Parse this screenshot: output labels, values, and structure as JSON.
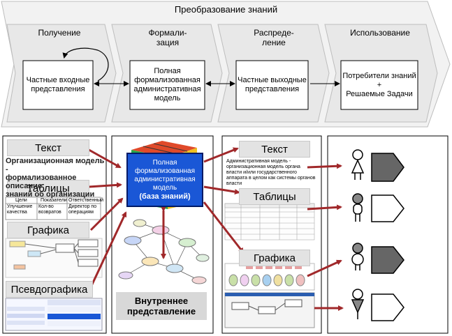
{
  "process": {
    "title": "Преобразование знаний",
    "stages": [
      {
        "name": "Получение"
      },
      {
        "name": "Формали-\nзация"
      },
      {
        "name": "Распреде-\nление"
      },
      {
        "name": "Использование"
      }
    ],
    "boxes": [
      "Частные входные представления",
      "Полная формализованная административная модель",
      "Частные выходные представления",
      "Потребители знаний\n+\nРешаемые Задачи"
    ]
  },
  "inputs": {
    "labels": [
      "Текст",
      "Таблицы",
      "Графика",
      "Псевдографика"
    ],
    "text_snippet": "Организационная модель -\nформализованное описание\nзнаний об организации",
    "table": {
      "headers": [
        "Цели",
        "Показатели",
        "Ответственный"
      ],
      "row": [
        "Улучшение качества",
        "Кол-во возвратов",
        "Директор по операциям"
      ]
    }
  },
  "center": {
    "kb_line1": "Полная\nформализованная\nадминистративная\nмодель",
    "kb_line2": "(база знаний)",
    "internal": "Внутреннее представление"
  },
  "outputs": {
    "labels": [
      "Текст",
      "Таблицы",
      "Графика"
    ],
    "text_snippet": "Административная модель - организационная модель органа власти и/или государственного аппарата в целом как системы органов власти"
  },
  "colors": {
    "arrow": "#a0282a",
    "kb_fill": "#1a57d6",
    "chevron_fill": "#f2f2f2",
    "label_bg": "#e3e3e3"
  },
  "icons": [
    "person-icon",
    "tag-arrow-icon"
  ]
}
